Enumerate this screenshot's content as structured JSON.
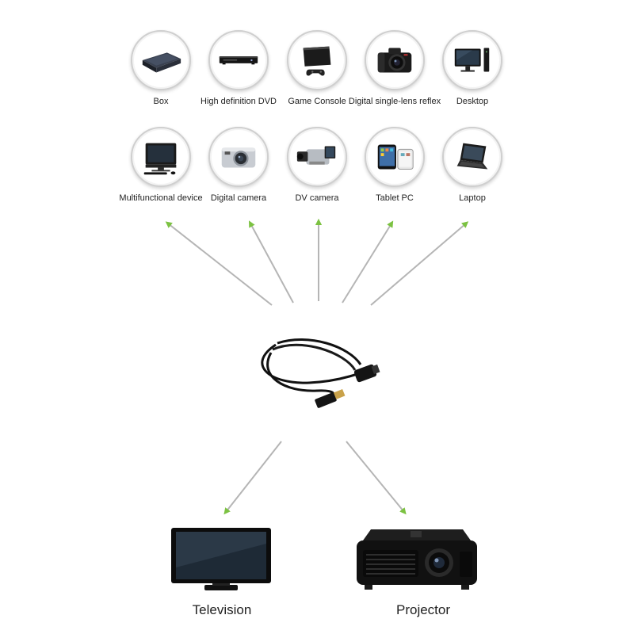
{
  "colors": {
    "arrow_line": "#b5b5b5",
    "arrow_head": "#7cc242",
    "icon_dark": "#1a1a1a",
    "circle_border": "#cfcfcf"
  },
  "sources": [
    {
      "label": "Box",
      "icon": "media-box-icon"
    },
    {
      "label": "High definition DVD",
      "icon": "dvd-player-icon"
    },
    {
      "label": "Game Console",
      "icon": "game-console-icon"
    },
    {
      "label": "Digital single-lens reflex",
      "icon": "dslr-camera-icon"
    },
    {
      "label": "Desktop",
      "icon": "desktop-icon"
    },
    {
      "label": "Multifunctional device",
      "icon": "all-in-one-pc-icon"
    },
    {
      "label": "Digital camera",
      "icon": "compact-camera-icon"
    },
    {
      "label": "DV camera",
      "icon": "camcorder-icon"
    },
    {
      "label": "Tablet PC",
      "icon": "tablet-icon"
    },
    {
      "label": "Laptop",
      "icon": "laptop-icon"
    }
  ],
  "cable": {
    "icon": "hdmi-cable-icon"
  },
  "targets": [
    {
      "label": "Television",
      "icon": "television-icon"
    },
    {
      "label": "Projector",
      "icon": "projector-icon"
    }
  ]
}
